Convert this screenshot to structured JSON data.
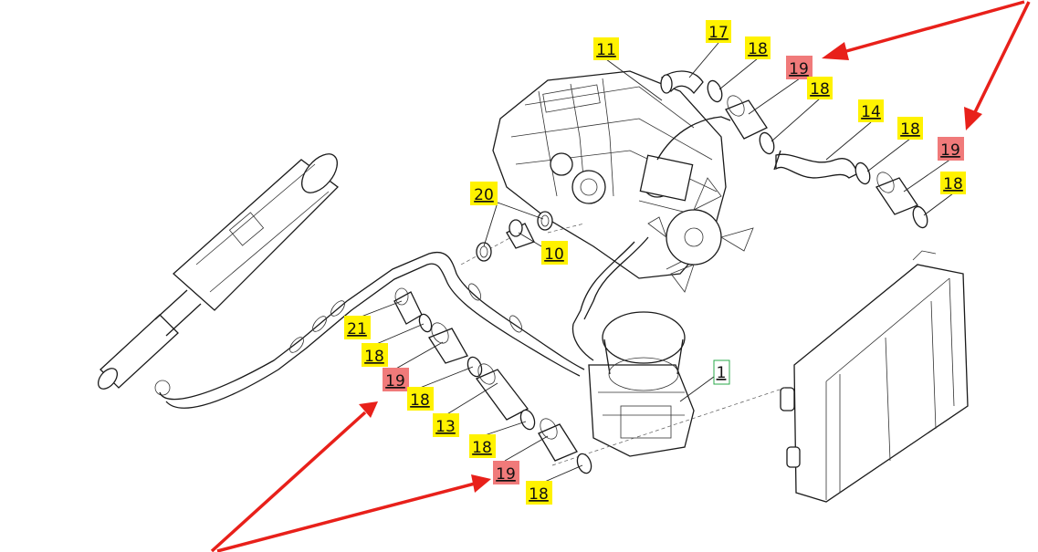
{
  "colors": {
    "yellow_callout": "#fff200",
    "red_callout": "#f07a7a",
    "green_callout": "#ffffff",
    "green_border": "#2aa84a",
    "arrow": "#e8201a",
    "line": "#1a1a1a"
  },
  "callouts": {
    "c17": "17",
    "c11": "11",
    "c18a": "18",
    "c19a": "19",
    "c18b": "18",
    "c14": "14",
    "c18c": "18",
    "c19b": "19",
    "c18d": "18",
    "c20": "20",
    "c10": "10",
    "c21": "21",
    "c18e": "18",
    "c19c": "19",
    "c18f": "18",
    "c13": "13",
    "c18g": "18",
    "c1": "1",
    "c19d": "19",
    "c18h": "18"
  }
}
